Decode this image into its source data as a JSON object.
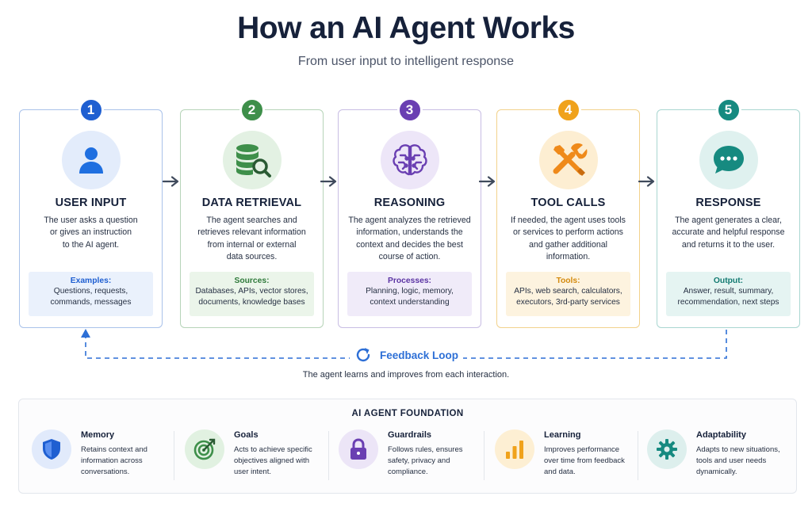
{
  "header": {
    "title": "How an AI Agent Works",
    "subtitle": "From user input to intelligent response"
  },
  "steps": [
    {
      "number": "1",
      "title": "USER INPUT",
      "icon": "user-icon",
      "color": "#1f5fd1",
      "description": "The user asks a question\nor gives an instruction\nto the AI agent.",
      "box_label": "Examples:",
      "box_text": "Questions, requests,\ncommands, messages"
    },
    {
      "number": "2",
      "title": "DATA RETRIEVAL",
      "icon": "database-search-icon",
      "color": "#3e8f4a",
      "description": "The agent searches and\nretrieves relevant information\nfrom internal or external\ndata sources.",
      "box_label": "Sources:",
      "box_text": "Databases, APIs, vector stores,\ndocuments, knowledge bases"
    },
    {
      "number": "3",
      "title": "REASONING",
      "icon": "brain-icon",
      "color": "#6a3fb2",
      "description": "The agent analyzes the retrieved\ninformation, understands the\ncontext and decides the best\ncourse of action.",
      "box_label": "Processes:",
      "box_text": "Planning, logic, memory,\ncontext understanding"
    },
    {
      "number": "4",
      "title": "TOOL CALLS",
      "icon": "tools-icon",
      "color": "#f0a21b",
      "description": "If needed, the agent uses tools\nor services to perform actions\nand gather additional\ninformation.",
      "box_label": "Tools:",
      "box_text": "APIs, web search, calculators,\nexecutors, 3rd-party services"
    },
    {
      "number": "5",
      "title": "RESPONSE",
      "icon": "chat-bubble-icon",
      "color": "#168a80",
      "description": "The agent generates a clear,\naccurate and helpful response\nand returns it to the user.",
      "box_label": "Output:",
      "box_text": "Answer, result, summary,\nrecommendation, next steps"
    }
  ],
  "feedback": {
    "label": "Feedback Loop",
    "caption": "The agent learns and improves from each interaction.",
    "icon": "refresh-icon",
    "color": "#2d6fd6"
  },
  "foundation": {
    "title": "AI AGENT FOUNDATION",
    "items": [
      {
        "name": "Memory",
        "icon": "shield-icon",
        "description": "Retains context and\ninformation across\nconversations."
      },
      {
        "name": "Goals",
        "icon": "target-icon",
        "description": "Acts to achieve specific\nobjectives aligned with\nuser intent."
      },
      {
        "name": "Guardrails",
        "icon": "lock-icon",
        "description": "Follows rules, ensures\nsafety, privacy and\ncompliance."
      },
      {
        "name": "Learning",
        "icon": "bar-chart-icon",
        "description": "Improves performance\nover time from feedback\nand data."
      },
      {
        "name": "Adaptability",
        "icon": "gear-icon",
        "description": "Adapts to new situations,\ntools and user needs\ndynamically."
      }
    ]
  }
}
